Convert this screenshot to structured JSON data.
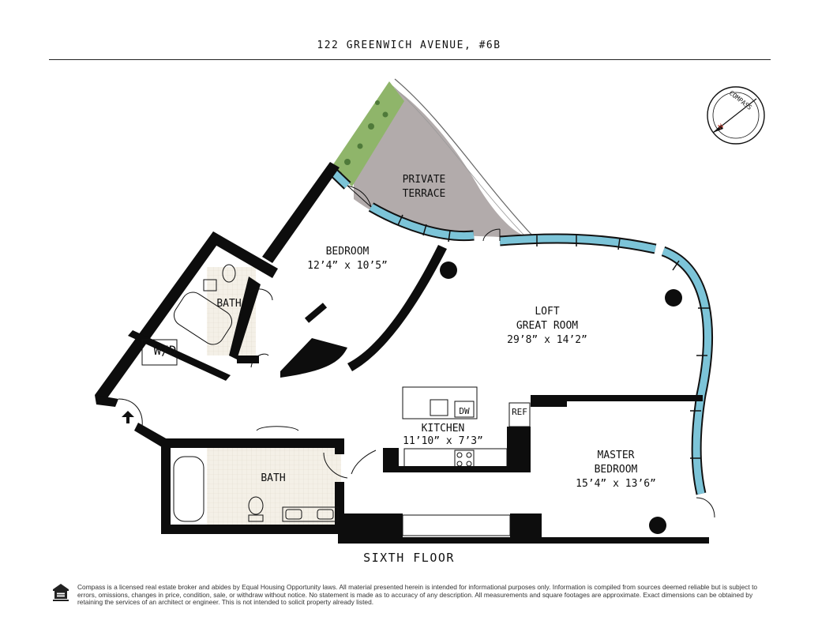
{
  "header": {
    "address": "122 GREENWICH AVENUE, #6B"
  },
  "compass": {
    "label": "COMPASS"
  },
  "rooms": {
    "terrace": {
      "line1": "PRIVATE",
      "line2": "TERRACE"
    },
    "bedroom": {
      "name": "BEDROOM",
      "dims": "12’4” x 10’5”"
    },
    "bath_upper": {
      "name": "BATH"
    },
    "wd": {
      "name": "W/D"
    },
    "loft": {
      "line1": "LOFT",
      "line2": "GREAT ROOM",
      "dims": "29’8” x 14’2”"
    },
    "kitchen": {
      "name": "KITCHEN",
      "dims": "11’10” x 7’3”",
      "dw": "DW",
      "ref": "REF"
    },
    "bath_lower": {
      "name": "BATH"
    },
    "master": {
      "line1": "MASTER",
      "line2": "BEDROOM",
      "dims": "15’4” x 13’6”"
    }
  },
  "footer": {
    "floor": "SIXTH FLOOR",
    "disclaimer": "Compass is a licensed real estate broker and abides by Equal Housing Opportunity laws. All material presented herein is intended for informational purposes only. Information is compiled from sources deemed reliable but is subject to errors, omissions, changes in price, condition, sale, or withdraw without notice. No statement is made as to accuracy of any description. All measurements and square footages are approximate. Exact dimensions can be obtained by retaining the services of an architect or engineer. This is not intended to solicit property already listed."
  },
  "colors": {
    "wall": "#0d0d0d",
    "window": "#7cc4d8",
    "terrace": "#b2abab",
    "planting": "#8fb56a",
    "tile": "#f3efe6"
  }
}
